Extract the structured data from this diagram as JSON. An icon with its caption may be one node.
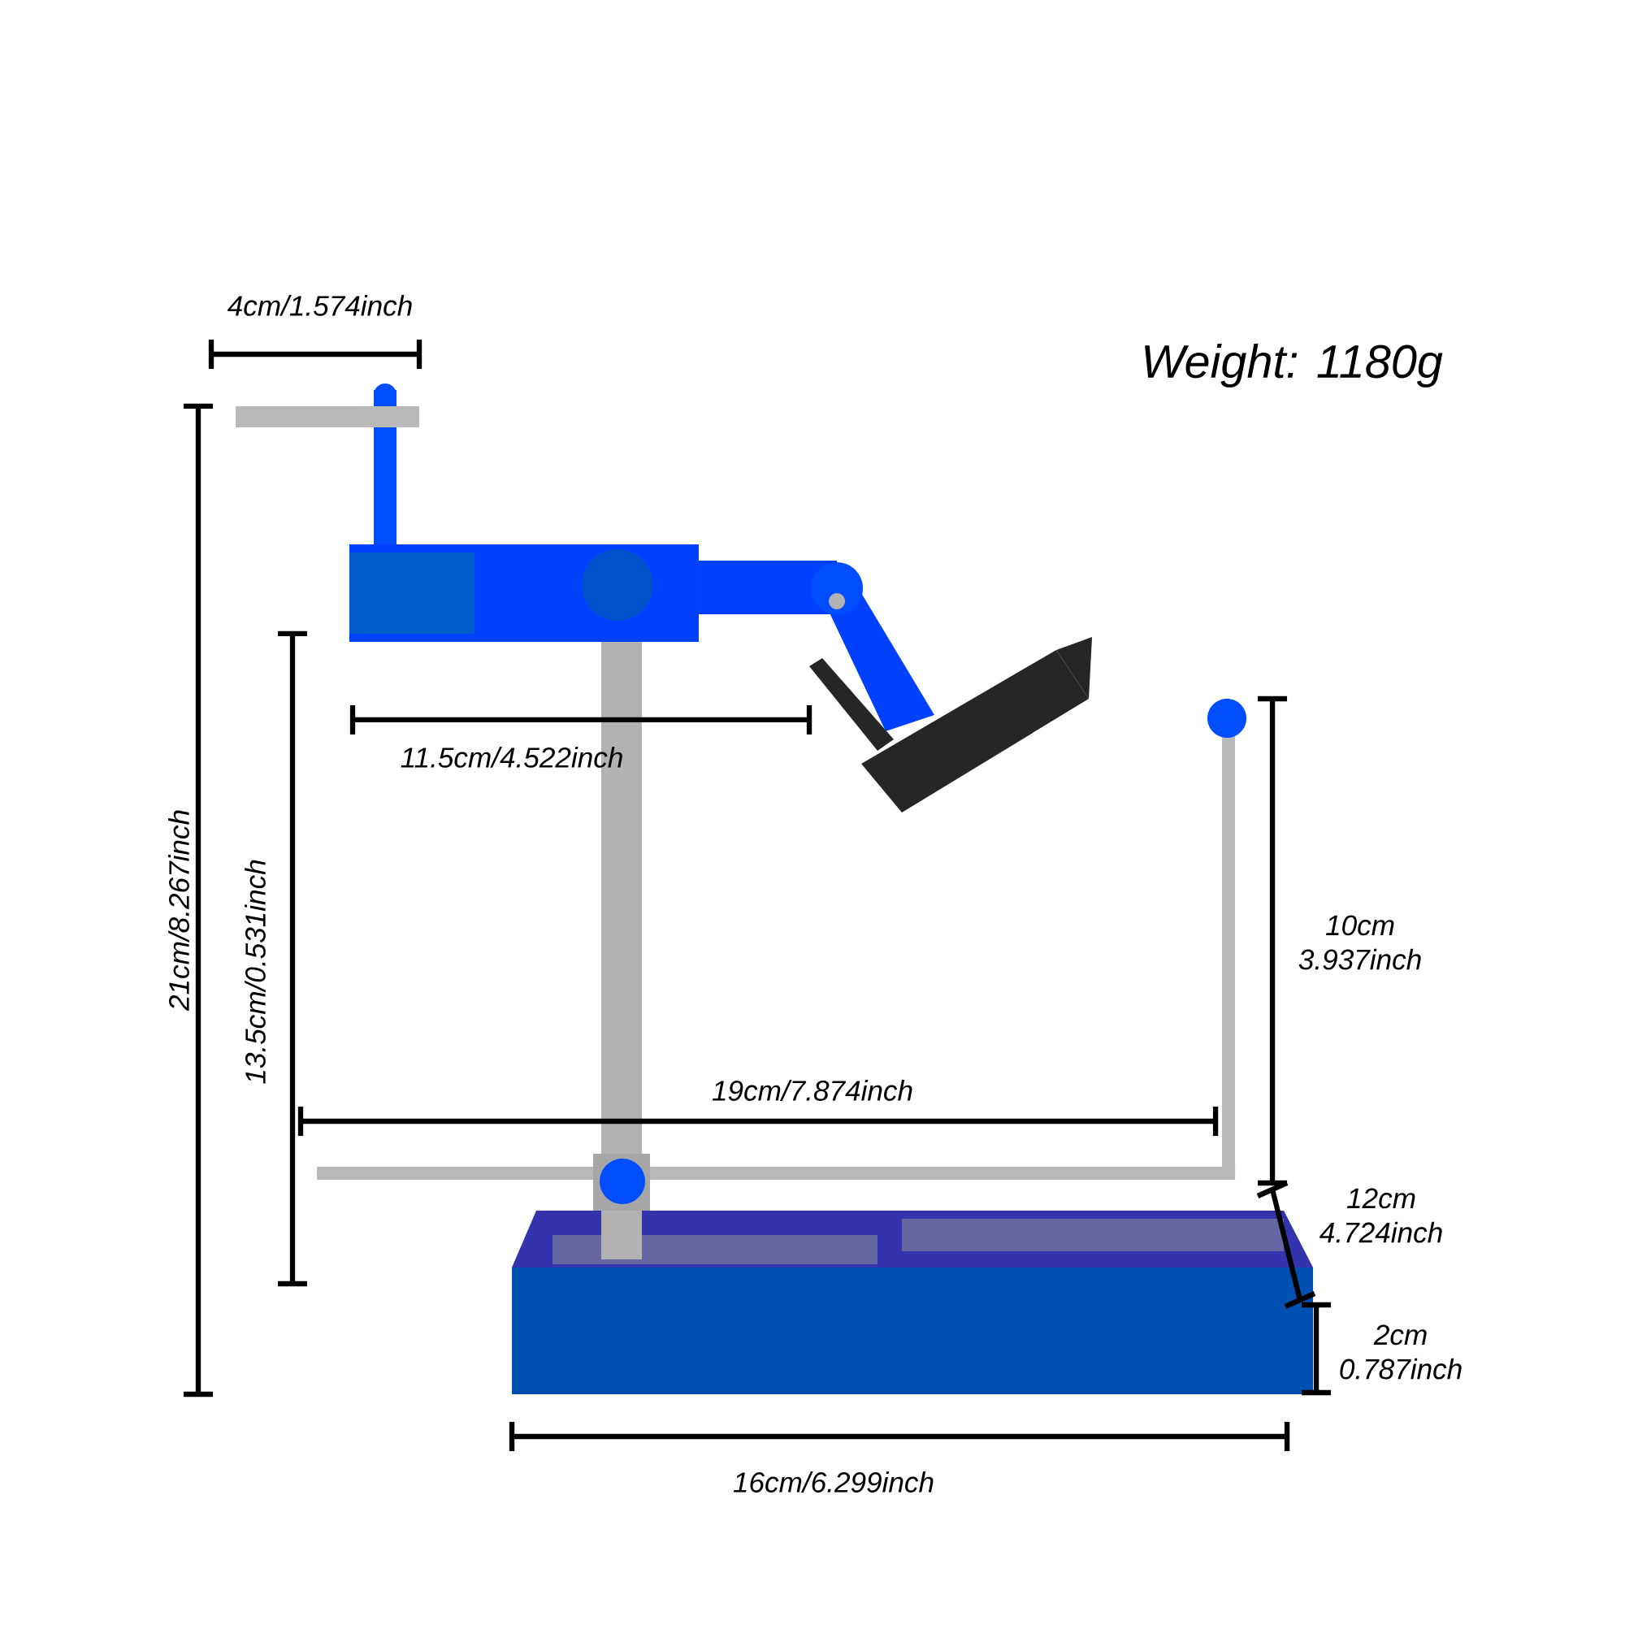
{
  "diagram": {
    "labels": [
      "4cm/1.574inch",
      "Weight: 1180g",
      "11.5cm/4.522inch",
      "21cm/8.267inch",
      "13.5cm/0.531inch",
      "10cm 3.937inch",
      "19cm/7.874inch",
      "12cm 4.724inch",
      "2cm 0.787inch",
      "16cm/6.299inch"
    ]
  }
}
